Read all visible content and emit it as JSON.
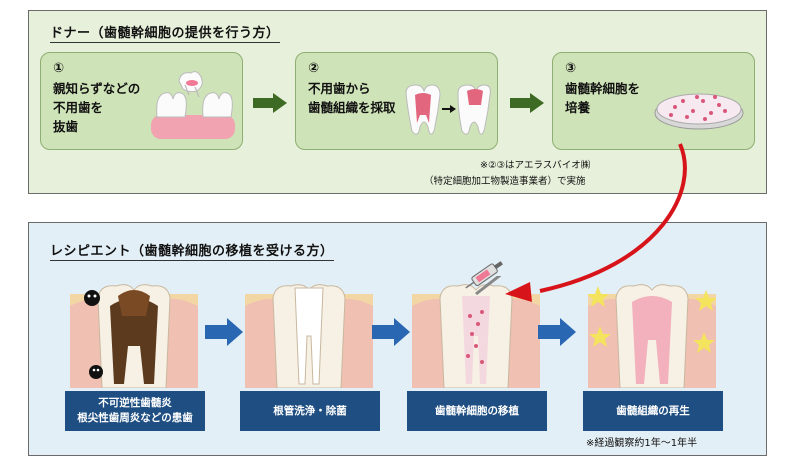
{
  "donor": {
    "title": "ドナー（歯髄幹細胞の提供を行う方）",
    "steps": [
      {
        "num": "①",
        "lines": [
          "親知らずなどの",
          "不用歯を",
          "抜歯"
        ]
      },
      {
        "num": "②",
        "lines": [
          "不用歯から",
          "歯髄組織を採取"
        ]
      },
      {
        "num": "③",
        "lines": [
          "歯髄幹細胞を",
          "培養"
        ]
      }
    ],
    "note_line1": "※②③はアエラスバイオ㈱",
    "note_line2": "（特定細胞加工物製造事業者）で実施"
  },
  "recipient": {
    "title": "レシピエント（歯髄幹細胞の移植を受ける方）",
    "stages": [
      {
        "lines": [
          "不可逆性歯髄炎",
          "根尖性歯周炎などの患歯"
        ]
      },
      {
        "lines": [
          "根管洗浄・除菌"
        ]
      },
      {
        "lines": [
          "歯髄幹細胞の移植"
        ]
      },
      {
        "lines": [
          "歯髄組織の再生"
        ]
      }
    ],
    "note": "※経過観察約1年～1年半"
  },
  "colors": {
    "donor_bg": "#e6f0da",
    "recip_bg": "#e3eff6",
    "step_box": "#cfe3b8",
    "green_arrow": "#3e6b24",
    "blue_arrow": "#2a67b3",
    "caption_box": "#1f4f82",
    "red_arrow": "#d8141b"
  }
}
